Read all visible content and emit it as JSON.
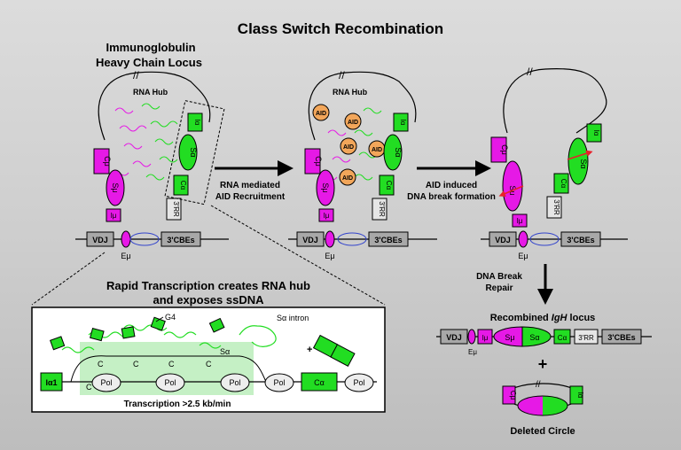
{
  "title": "Class Switch Recombination",
  "panel1": {
    "heading_line1": "Immunoglobulin",
    "heading_line2": "Heavy Chain Locus",
    "hub_label": "RNA Hub",
    "ch_mu": "Cμ",
    "s_mu": "Sμ",
    "i_mu": "Iμ",
    "i_alpha": "Iα",
    "s_alpha": "Sα",
    "c_alpha": "Cα",
    "rr3": "3'RR",
    "vdj": "VDJ",
    "cbes": "3'CBEs",
    "emu": "Eμ"
  },
  "arrow1": {
    "line1": "RNA mediated",
    "line2": "AID Recruitment"
  },
  "panel2": {
    "hub_label": "RNA Hub",
    "aid": "AID",
    "ch_mu": "Cμ",
    "s_mu": "Sμ",
    "i_mu": "Iμ",
    "i_alpha": "Iα",
    "s_alpha": "Sα",
    "c_alpha": "Cα",
    "rr3": "3'RR",
    "vdj": "VDJ",
    "cbes": "3'CBEs",
    "emu": "Eμ"
  },
  "arrow2": {
    "line1": "AID induced",
    "line2": "DNA break formation"
  },
  "panel3": {
    "ch_mu": "Cμ",
    "s_mu": "Sμ",
    "i_mu": "Iμ",
    "i_alpha": "Iα",
    "s_alpha": "Sα",
    "c_alpha": "Cα",
    "rr3": "3'RR",
    "vdj": "VDJ",
    "cbes": "3'CBEs",
    "emu": "Eμ"
  },
  "repair": {
    "line1": "DNA Break",
    "line2": "Repair"
  },
  "recombined": {
    "title_pre": "Recombined ",
    "title_em": "IgH",
    "title_post": " locus",
    "vdj": "VDJ",
    "i_mu": "Iμ",
    "s_mu": "Sμ",
    "s_alpha": "Sα",
    "c_alpha": "Cα",
    "rr3": "3'RR",
    "cbes": "3'CBEs",
    "emu": "Eμ"
  },
  "plus": "+",
  "circle": {
    "label": "Deleted Circle",
    "c_mu": "Cμ",
    "i_alpha": "Iα"
  },
  "zoom": {
    "heading_line1": "Rapid Transcription creates RNA hub",
    "heading_line2": "and exposes ssDNA",
    "g4": "G4",
    "s_alpha_intron": "Sα intron",
    "s_alpha": "Sα",
    "i_alpha1": "Iα1",
    "c_alpha": "Cα",
    "pol": "Pol",
    "c_base": "C",
    "plus": "+",
    "rate": "Transcription >2.5 kb/min"
  },
  "colors": {
    "magenta": "#e619e6",
    "green": "#22dd22",
    "gray_box": "#a8a8a8",
    "box_light": "#e6e6e6",
    "aid": "#f2a65a",
    "break_red": "#e8202a",
    "emu_blue": "#3344cc"
  }
}
